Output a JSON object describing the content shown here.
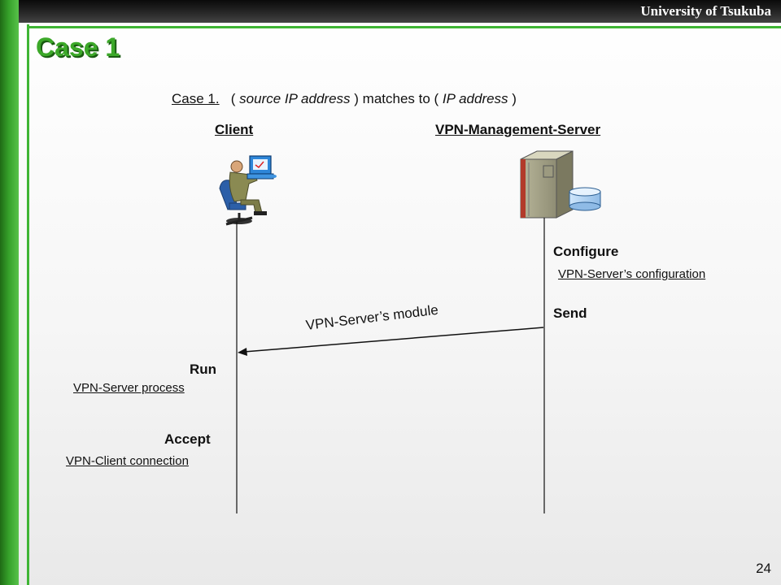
{
  "header": {
    "university": "University of Tsukuba",
    "title": "Case 1",
    "page_number": "24"
  },
  "case_statement": {
    "label": "Case 1.",
    "open_paren": "( ",
    "source": "source IP address",
    "middle": " ) matches to ( ",
    "target": "IP address",
    "close_paren": " )"
  },
  "actors": {
    "client": "Client",
    "server": "VPN-Management-Server"
  },
  "server_steps": [
    {
      "action": "Configure",
      "object": "VPN-Server’s configuration"
    },
    {
      "action": "Send"
    }
  ],
  "message": "VPN-Server’s module",
  "client_steps": [
    {
      "action": "Run",
      "object": "VPN-Server process"
    },
    {
      "action": "Accept",
      "object": "VPN-Client connection"
    }
  ],
  "icons": {
    "client": "person-at-computer-icon",
    "server": "server-with-database-icon"
  },
  "colors": {
    "accent_green": "#3fb534",
    "title_green": "#3ca829"
  }
}
